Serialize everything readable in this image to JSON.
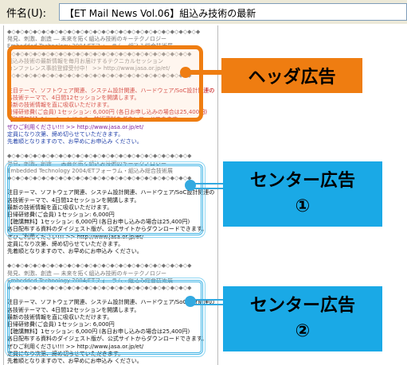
{
  "subject": {
    "label": "件名(U):",
    "value": "【ET Mail News Vol.06】組込み技術の最新"
  },
  "mail_lines": [
    {
      "text": "◆◇◆◇◆◇◆◇◆◇◆◇◆◇◆◇◆◇◆◇◆◇◆◇◆◇◆◇◆◇◆◇◆◇◆◇◆◇◆◇◆◇◆◇◆",
      "cls": "c-gray"
    },
    {
      "text": "  発見、刺激、創造 ― 未来を拓く組込み技術のキーテクノロジー",
      "cls": "c-gray"
    },
    {
      "text": "  Embedded Technology 2004/ETフォーラム・組込み総合技術展",
      "cls": "c-gray"
    },
    {
      "text": "◆◇◆◇◆◇◆◇◆◇◆◇◆◇◆◇◆◇◆◇◆◇◆◇◆◇◆◇◆◇◆◇◆◇◆◇◆◇◆◇◆◇◆",
      "cls": "c-gray"
    },
    {
      "text": "  組込み技術の最新情報を毎月お届けするテクニカルセッション",
      "cls": "c-gray"
    },
    {
      "text": "  カンファレンス事前登録受付中！ >> http://www.jasa.or.jp/et/",
      "cls": "c-gray"
    },
    {
      "text": "◆◇◆◇◆◇◆◇◆◇◆◇◆◇◆◇◆◇◆◇◆◇◆◇◆◇◆◇◆◇◆◇◆◇◆◇◆◇◆◇◆◇◆",
      "cls": "c-gray"
    },
    {
      "text": "",
      "cls": "c-gray"
    },
    {
      "text": "注目テーマ、ソフトウェア関連、システム設計関連、ハードウェア/SoC設計関連の",
      "cls": "c-red"
    },
    {
      "text": "各技術テーマで、4日間12セッションを開講します。",
      "cls": "c-red"
    },
    {
      "text": "最新の技術情報を直に吸収いただけます。",
      "cls": "c-red"
    },
    {
      "text": "日帰研修費(ご会員) 1セッション: 6,000円 (各日お申し込みの場合は25,400円)",
      "cls": "c-red"
    },
    {
      "text": "【聴講無料】1セッションにつき、技術資料をダウンロードできます。",
      "cls": "c-red"
    },
    {
      "text": "ぜひご利用ください!!! >> http://www.jasa.or.jp/et/",
      "cls": "c-purple"
    },
    {
      "text": "  定員になり次第、締め切らせていただきます。",
      "cls": "c-blue"
    },
    {
      "text": "  先着順となりますので、お早めにお申込み ください。",
      "cls": "c-blue"
    },
    {
      "text": "",
      "cls": "c-gray"
    },
    {
      "text": "◆◇◆◇◆◇◆◇◆◇◆◇◆◇◆◇◆◇◆◇◆◇◆◇◆◇◆◇◆◇◆◇◆◇◆◇◆◇◆◇◆◇◆",
      "cls": "c-gray"
    },
    {
      "text": "  発見、刺激、創造 ― 未来を拓く組込み技術のキーテクノロジー",
      "cls": "c-gray"
    },
    {
      "text": "  Embedded Technology 2004/ETフォーラム・組込み総合技術展",
      "cls": "c-gray"
    },
    {
      "text": "◆◇◆◇◆◇◆◇◆◇◆◇◆◇◆◇◆◇◆◇◆◇◆◇◆◇◆◇◆◇◆◇◆◇◆◇◆◇◆◇◆◇◆",
      "cls": "c-gray"
    },
    {
      "text": "",
      "cls": "c-gray"
    },
    {
      "text": "注目テーマ、ソフトウェア関連、システム設計関連、ハードウェア/SoC設計関連の",
      "cls": "c-black"
    },
    {
      "text": "各技術テーマで、4日間12セッションを開講します。",
      "cls": "c-black"
    },
    {
      "text": "最新の技術情報を直に吸収いただけます。",
      "cls": "c-black"
    },
    {
      "text": "日帰研修費(ご会員) 1セッション: 6,000円",
      "cls": "c-black"
    },
    {
      "text": "【聴講無料】1セッション: 6,000円 (各日お申し込みの場合は25,400円)",
      "cls": "c-black"
    },
    {
      "text": "各日配布する資料のダイジェスト版が、公式サイトからダウンロードできます。",
      "cls": "c-black"
    },
    {
      "text": "ぜひご利用ください!!! >> http://www.jasa.or.jp/et/",
      "cls": "c-black"
    },
    {
      "text": "  定員になり次第、締め切らせていただきます。",
      "cls": "c-black"
    },
    {
      "text": "先着順となりますので、お早めにお申込み ください。",
      "cls": "c-black"
    },
    {
      "text": "",
      "cls": "c-gray"
    },
    {
      "text": "◆◇◆◇◆◇◆◇◆◇◆◇◆◇◆◇◆◇◆◇◆◇◆◇◆◇◆◇◆◇◆◇◆◇◆◇◆◇◆◇◆◇◆",
      "cls": "c-gray"
    },
    {
      "text": "  発見、刺激、創造 ― 未来を拓く組込み技術のキーテクノロジー",
      "cls": "c-gray"
    },
    {
      "text": "  Embedded Technology 2004/ETフォーラム・組込み総合技術展",
      "cls": "c-gray"
    },
    {
      "text": "◆◇◆◇◆◇◆◇◆◇◆◇◆◇◆◇◆◇◆◇◆◇◆◇◆◇◆◇◆◇◆◇◆◇◆◇◆◇◆◇◆◇◆",
      "cls": "c-gray"
    },
    {
      "text": "",
      "cls": "c-gray"
    },
    {
      "text": "注目テーマ、ソフトウェア関連、システム設計関連、ハードウェア/SoC設計関連の",
      "cls": "c-black"
    },
    {
      "text": "各技術テーマで、4日間12セッションを開講します。",
      "cls": "c-black"
    },
    {
      "text": "最新の技術情報を直に吸収いただけます。",
      "cls": "c-black"
    },
    {
      "text": "日帰研修費(ご会員) 1セッション: 6,000円",
      "cls": "c-black"
    },
    {
      "text": "【聴講無料】1セッション: 6,000円 (各日お申し込みの場合は25,400円)",
      "cls": "c-black"
    },
    {
      "text": "各日配布する資料のダイジェスト版が、公式サイトからダウンロードできます。",
      "cls": "c-black"
    },
    {
      "text": "ぜひご利用ください!!! >> http://www.jasa.or.jp/et/",
      "cls": "c-black"
    },
    {
      "text": "  定員になり次第、締め切らせていただきます。",
      "cls": "c-black"
    },
    {
      "text": "先着順となりますので、お早めにお申込み ください。",
      "cls": "c-black"
    }
  ],
  "labels": {
    "header_ad": "ヘッダ広告",
    "center_ad_1_title": "センター広告",
    "center_ad_1_num": "①",
    "center_ad_2_title": "センター広告",
    "center_ad_2_num": "②"
  },
  "colors": {
    "header_accent": "#ef7d11",
    "center_accent": "#1aa9e6"
  }
}
